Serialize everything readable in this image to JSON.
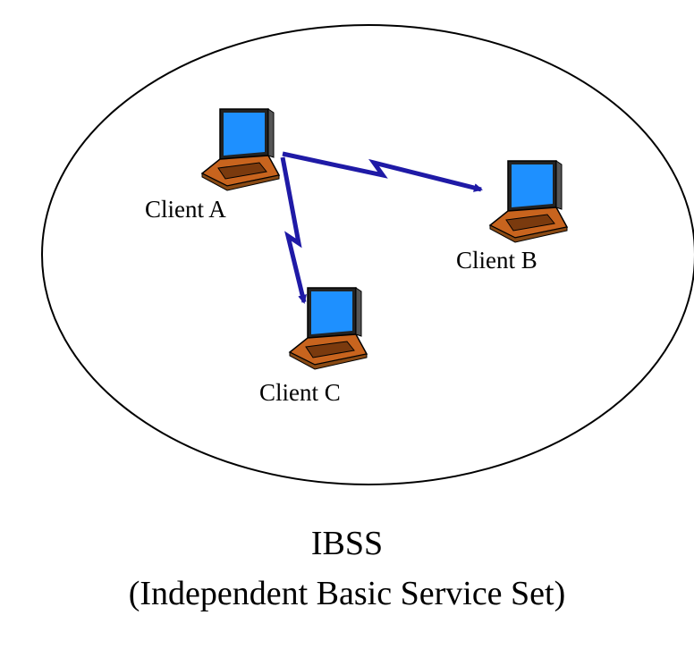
{
  "clients": [
    {
      "id": "A",
      "label": "Client A"
    },
    {
      "id": "B",
      "label": "Client B"
    },
    {
      "id": "C",
      "label": "Client C"
    }
  ],
  "caption": {
    "title": "IBSS",
    "subtitle": "(Independent Basic Service Set)"
  },
  "colors": {
    "link": "#1f1aa6",
    "screen": "#1e90ff",
    "laptop_body": "#c8641e",
    "outline": "#000000"
  }
}
